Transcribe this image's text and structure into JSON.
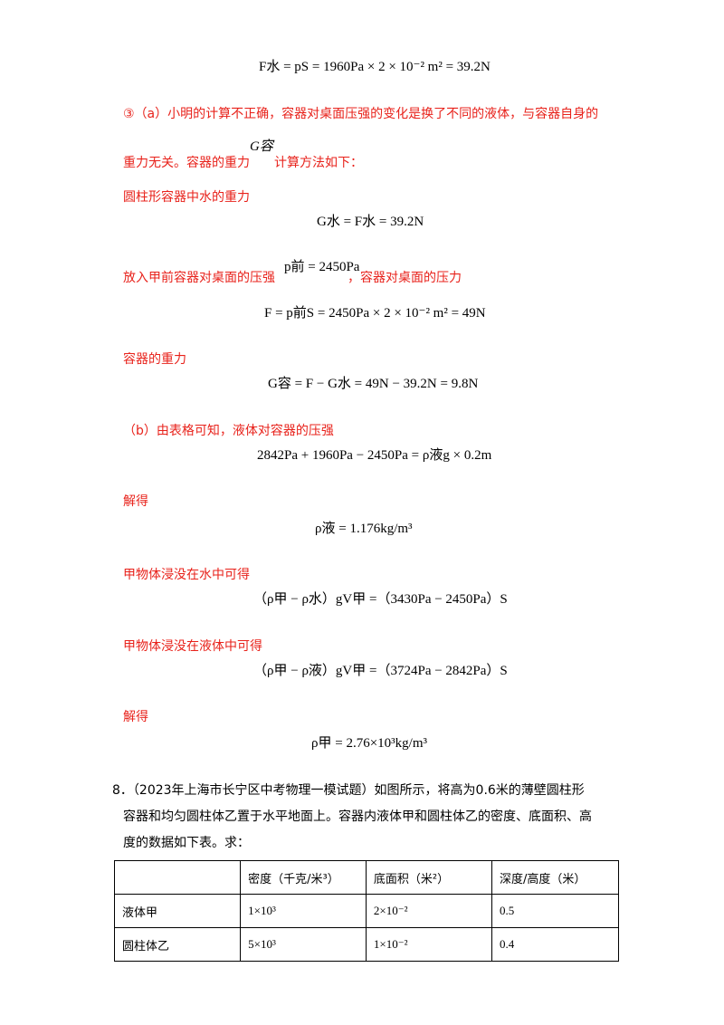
{
  "lines": {
    "f1": "F水 = pS = 1960Pa × 2 × 10⁻² m² = 39.2N",
    "p3a_line1": "③（a）小明的计算不正确，容器对桌面压强的变化是换了不同的液体，与容器自身的",
    "p3a_line2a": "重力无关。容器的重力",
    "g_rong": "G容",
    "p3a_line2b": "计算方法如下：",
    "t_cyl": "圆柱形容器中水的重力",
    "f2": "G水 = F水 = 39.2N",
    "t_before_a": "放入甲前容器对桌面的压强",
    "p_before": "p前 = 2450Pa",
    "t_before_b": "，容器对桌面的压力",
    "f3": "F = p前S = 2450Pa × 2 × 10⁻² m² = 49N",
    "t_weight": "容器的重力",
    "f4": "G容 = F − G水 = 49N − 39.2N = 9.8N",
    "p3b": "（b）由表格可知，液体对容器的压强",
    "f5": "2842Pa + 1960Pa − 2450Pa = ρ液g × 0.2m",
    "solve1": "解得",
    "f6": "ρ液 = 1.176kg/m³",
    "t_water": "甲物体浸没在水中可得",
    "f7": "（ρ甲 − ρ水）gV甲 =（3430Pa − 2450Pa）S",
    "t_liquid": "甲物体浸没在液体中可得",
    "f8": "（ρ甲 − ρ液）gV甲 =（3724Pa − 2842Pa）S",
    "solve2": "解得",
    "f9": "ρ甲 = 2.76×10³kg/m³"
  },
  "question8": {
    "line1": "8．（2023年上海市长宁区中考物理一模试题）如图所示，将高为0.6米的薄壁圆柱形",
    "line2": "容器和均匀圆柱体乙置于水平地面上。容器内液体甲和圆柱体乙的密度、底面积、高",
    "line3": "度的数据如下表。求："
  },
  "table": {
    "headers": [
      "",
      "密度（千克/米³）",
      "底面积（米²）",
      "深度/高度（米）"
    ],
    "rows": [
      [
        "液体甲",
        "1×10³",
        "2×10⁻²",
        "0.5"
      ],
      [
        "圆柱体乙",
        "5×10³",
        "1×10⁻²",
        "0.4"
      ]
    ]
  },
  "colors": {
    "answer_text": "#e8221b",
    "body_text": "#000000"
  }
}
